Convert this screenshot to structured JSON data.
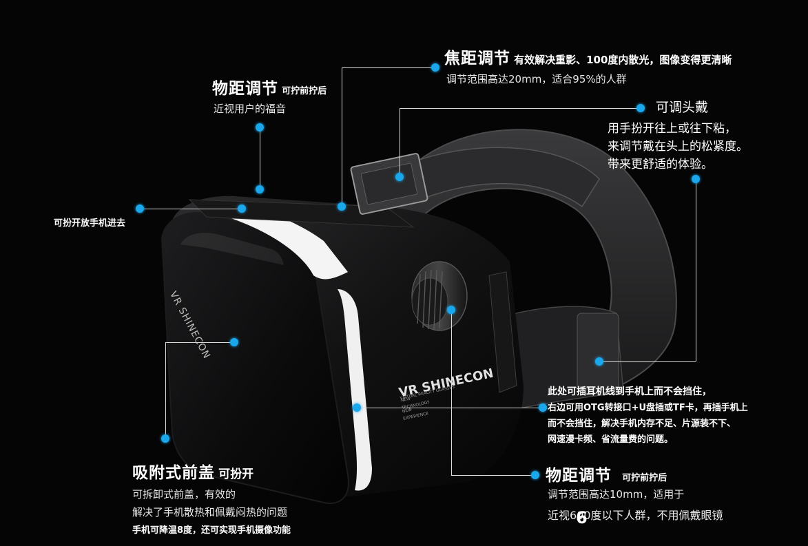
{
  "headset": {
    "brand_front": "VR SHINECON",
    "brand_side": "VR SHINECON",
    "side_tagline": "VIRTUAL REALITY GLASSES",
    "side_lines": [
      "NEW",
      "TECHNOLOGY",
      "NEW",
      "EXPERIENCE"
    ]
  },
  "callouts": {
    "focus": {
      "title": "焦距调节",
      "desc": "有效解决重影、100度内散光，图像变得更清晰",
      "sub": "调节范围高达20mm，适合95%的人群"
    },
    "object_top": {
      "title": "物距调节",
      "desc": "可拧前拧后",
      "sub": "近视用户的福音"
    },
    "headband": {
      "title": "可调头戴",
      "lines": [
        "用手扮开往上或往下粘，",
        "来调节戴在头上的松紧度。",
        "带来更舒适的体验。"
      ]
    },
    "phone_slot": {
      "text": "可扮开放手机进去"
    },
    "earphone": {
      "lines": [
        "此处可插耳机线到手机上而不会挡住，",
        "右边可用OTG转接口+U盘插或TF卡，再插手机上",
        "而不会挡住，解决手机内存不足、片源装不下、",
        "网速漫卡频、省流量费的问题。"
      ]
    },
    "cover": {
      "title": "吸附式前盖",
      "desc": "可扮开",
      "lines": [
        "可拆卸式前盖，有效的",
        "解决了手机散热和佩戴闷热的问题"
      ],
      "note": "手机可降温8度，还可实现手机摄像功能"
    },
    "object_bottom": {
      "title": "物距调节",
      "desc": "可拧前拧后",
      "lines": [
        "调节范围高达10mm，适用于",
        "近视600度以下人群，不用佩戴眼镜"
      ]
    }
  },
  "page_number": "6",
  "colors": {
    "accent_dot": "#1aa7ec",
    "background": "#050505"
  }
}
